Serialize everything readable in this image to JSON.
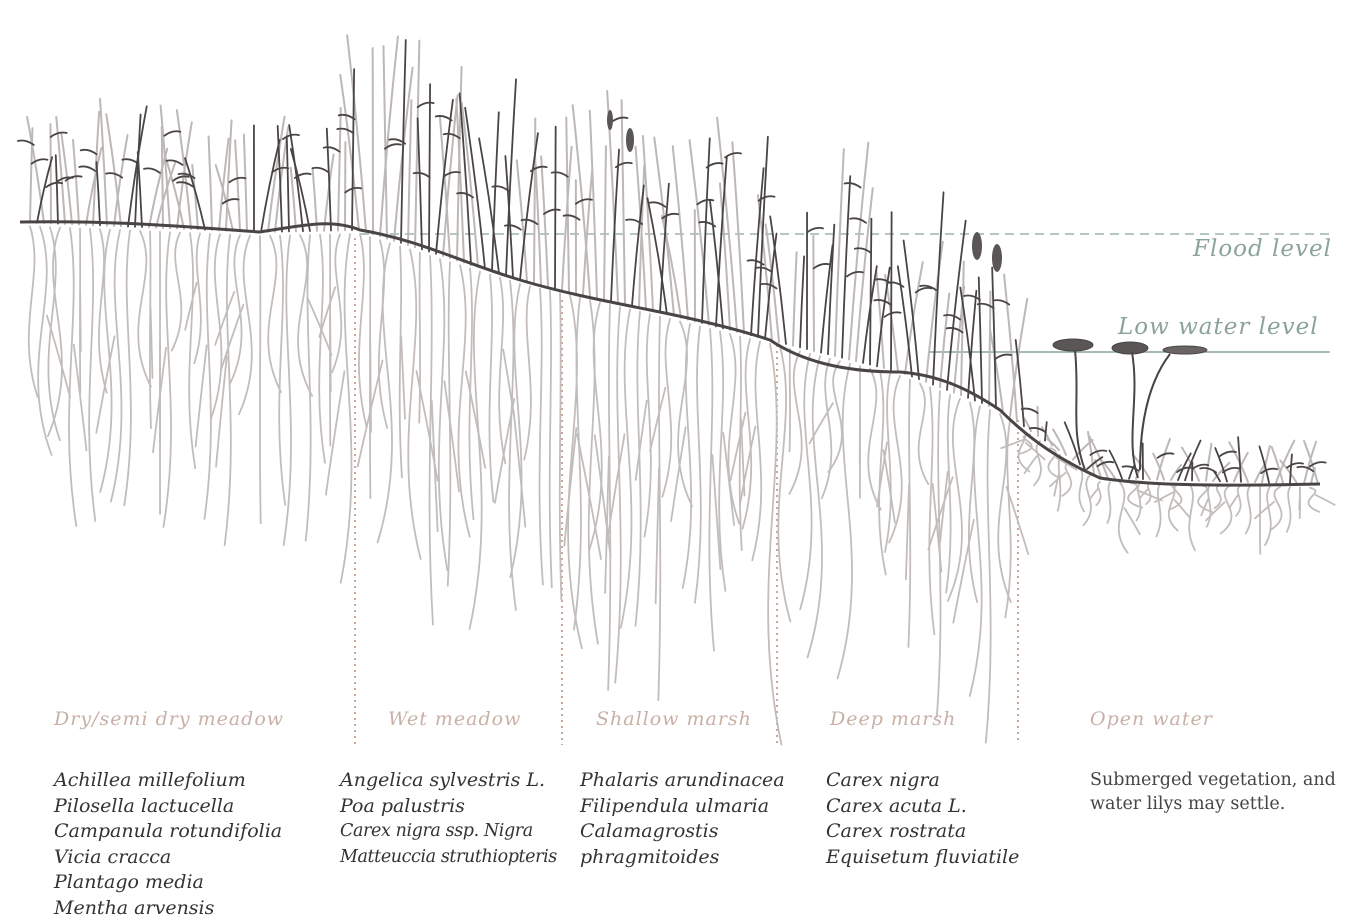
{
  "levels": {
    "flood": "Flood level",
    "low_water": "Low  water level"
  },
  "zones": [
    {
      "name": "Dry/semi dry meadow",
      "species": [
        "Achillea millefolium",
        "Pilosella lactucella",
        "Campanula rotundifolia",
        "Vicia cracca",
        "Plantago media",
        "Mentha arvensis"
      ]
    },
    {
      "name": "Wet meadow",
      "species": [
        "Angelica sylvestris L.",
        "Poa palustris",
        "Carex nigra ssp. Nigra",
        "Matteuccia struthiopteris"
      ]
    },
    {
      "name": "Shallow marsh",
      "species": [
        "Phalaris arundinacea",
        "Filipendula ulmaria",
        "Calamagrostis",
        "phragmitoides"
      ]
    },
    {
      "name": "Deep marsh",
      "species": [
        "Carex nigra",
        "Carex acuta L.",
        "Carex rostrata",
        "Equisetum fluviatile"
      ]
    },
    {
      "name": "Open water",
      "note_lines": [
        "Submerged vegetation, and",
        "water lilys may settle."
      ]
    }
  ],
  "colors": {
    "level_line": "#8aa39c",
    "zone_divider": "#c9a89b",
    "zone_label": "#c9b0a6",
    "plant_dark": "#3c3838",
    "plant_light": "#b8b3b0"
  }
}
